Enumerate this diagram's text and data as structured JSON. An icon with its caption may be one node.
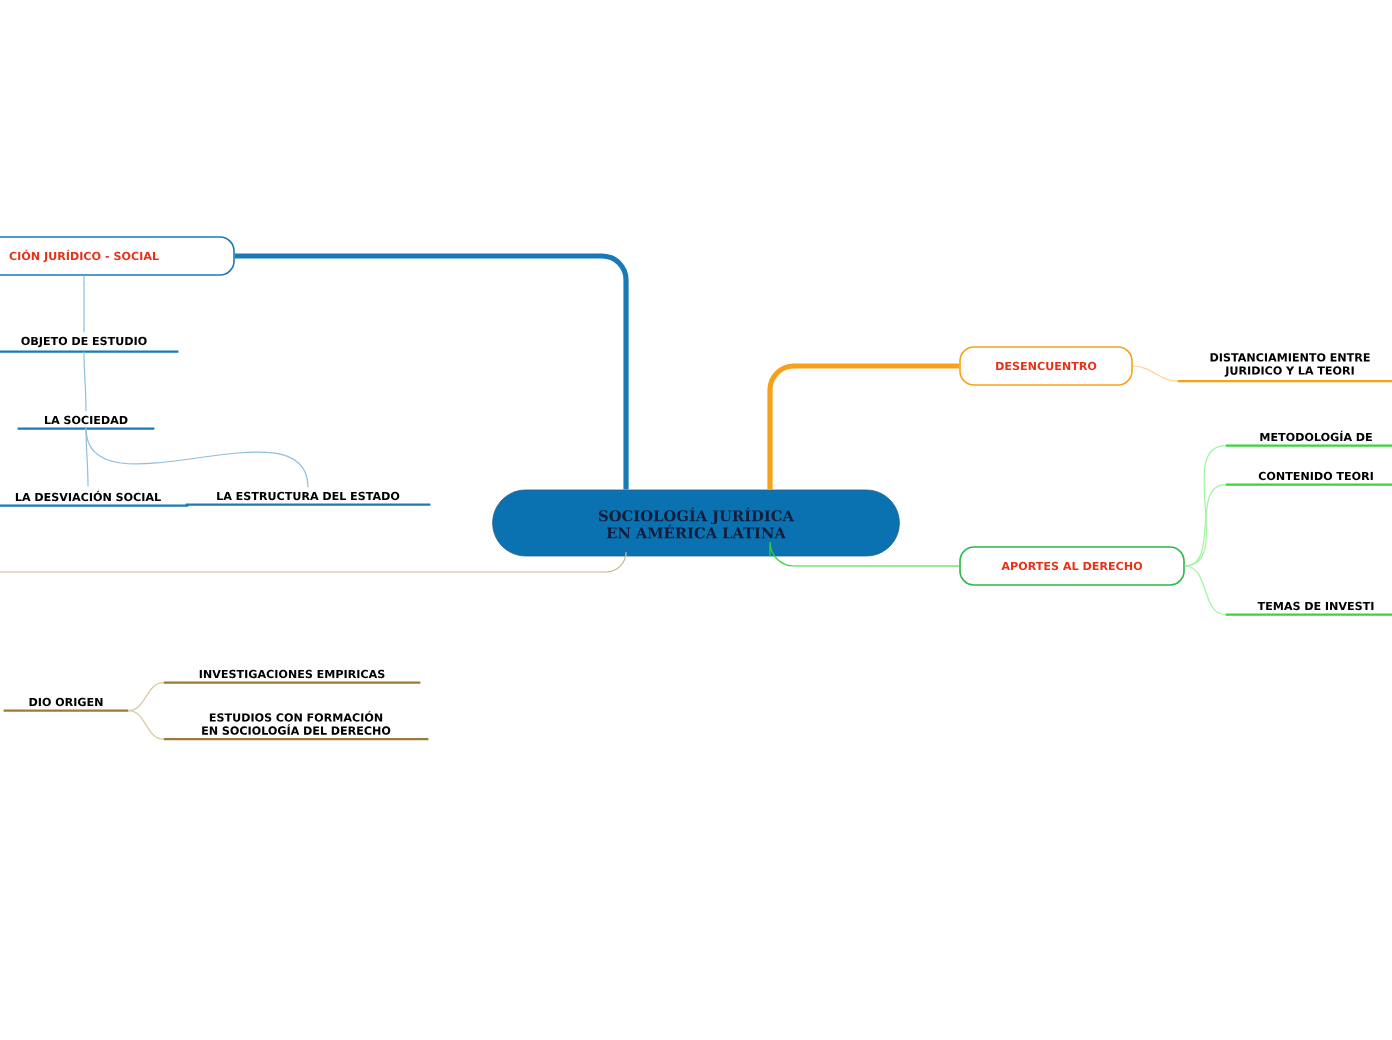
{
  "diagram": {
    "nodes": [
      {
        "text": [
          "SOCIOLOGÍA JURÍDICA EN AMÉRICA LATINA"
        ]
      },
      {
        "text": [
          "CIÓN JURÍDICO - SOCIAL"
        ]
      },
      {
        "text": [
          "OBJETO DE ESTUDIO"
        ]
      },
      {
        "text": [
          "LA SOCIEDAD"
        ]
      },
      {
        "text": [
          "LA DESVIACIÓN SOCIAL"
        ]
      },
      {
        "text": [
          "LA ESTRUCTURA DEL ESTADO"
        ]
      },
      {
        "text": [
          "DESENCUENTRO"
        ]
      },
      {
        "text": [
          "DISTANCIAMIENTO ENTRE JURIDICO Y LA TEORI"
        ]
      },
      {
        "text": [
          "APORTES AL DERECHO"
        ]
      },
      {
        "text": [
          "METODOLOGÍA DE"
        ]
      },
      {
        "text": [
          "CONTENIDO TEORI"
        ]
      },
      {
        "text": [
          "TEMAS DE INVESTI"
        ]
      },
      {
        "text": [
          "DIO ORIGEN"
        ]
      },
      {
        "text": [
          "INVESTIGACIONES EMPIRICAS"
        ]
      },
      {
        "text": [
          "ESTUDIOS CON FORMACIÓN EN SOCIOLOGÍA DEL DERECHO"
        ]
      }
    ],
    "edges": [
      {
        "from": 0,
        "to": 1,
        "arrow": "none",
        "style": "thick",
        "color": "#1a7ab8"
      },
      {
        "from": 1,
        "to": 2,
        "arrow": "none",
        "color": "#8fbfdc"
      },
      {
        "from": 2,
        "to": 3,
        "arrow": "none",
        "color": "#8fbfdc"
      },
      {
        "from": 3,
        "to": 4,
        "arrow": "none",
        "color": "#8fbfdc"
      },
      {
        "from": 3,
        "to": 5,
        "arrow": "none",
        "color": "#8fbfdc"
      },
      {
        "from": 0,
        "to": 6,
        "arrow": "none",
        "style": "thick",
        "color": "#f7a11a"
      },
      {
        "from": 6,
        "to": 7,
        "arrow": "none",
        "color": "#fbd49a"
      },
      {
        "from": 0,
        "to": 8,
        "arrow": "none",
        "color": "#3ad43a"
      },
      {
        "from": 8,
        "to": 9,
        "arrow": "none",
        "color": "#9ef59e"
      },
      {
        "from": 8,
        "to": 10,
        "arrow": "none",
        "color": "#9ef59e"
      },
      {
        "from": 8,
        "to": 11,
        "arrow": "none",
        "color": "#9ef59e"
      },
      {
        "from": 0,
        "to": null,
        "arrow": "none",
        "color": "#c8b48a"
      },
      {
        "from": 12,
        "to": 13,
        "arrow": "none",
        "color": "#d8c8a0"
      },
      {
        "from": 12,
        "to": 14,
        "arrow": "none",
        "color": "#d8c8a0"
      }
    ]
  }
}
